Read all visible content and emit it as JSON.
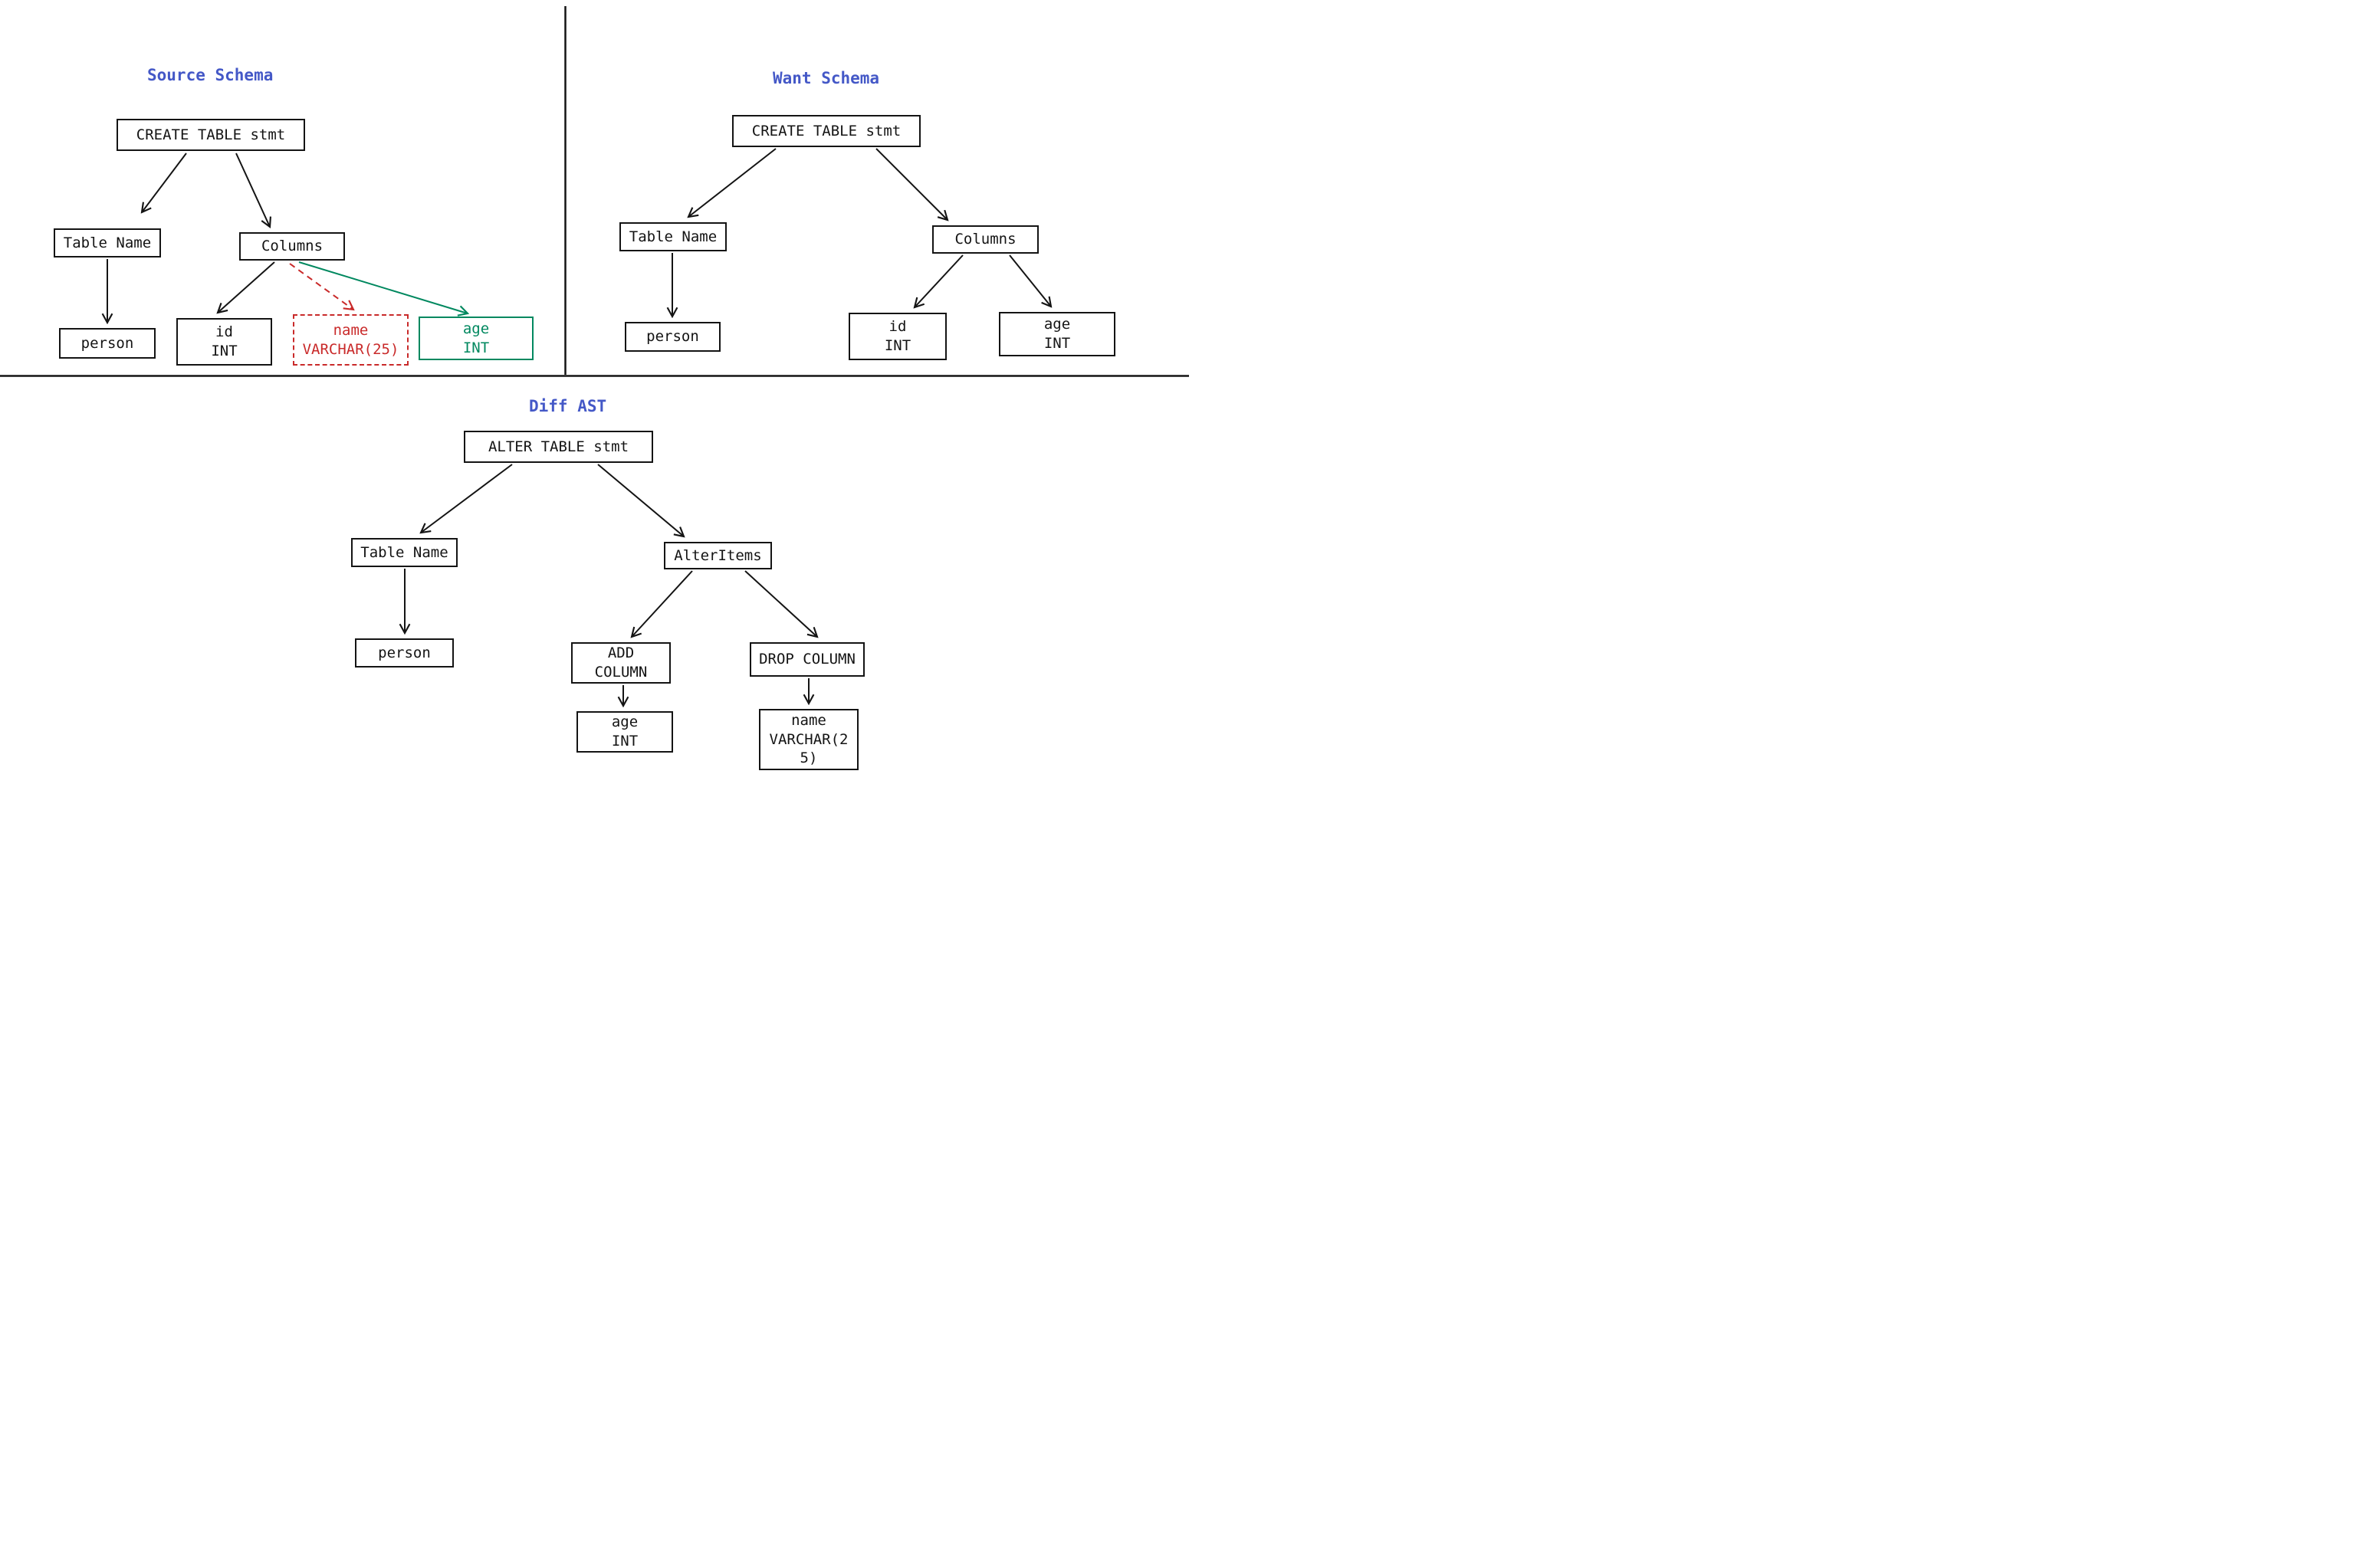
{
  "titles": {
    "source": "Source Schema",
    "want": "Want Schema",
    "diff": "Diff AST"
  },
  "source": {
    "create_table": "CREATE TABLE stmt",
    "table_name": "Table Name",
    "columns": "Columns",
    "person": "person",
    "id_col": [
      "id",
      "INT"
    ],
    "name_col": [
      "name",
      "VARCHAR(25)"
    ],
    "age_col": [
      "age",
      "INT"
    ]
  },
  "want": {
    "create_table": "CREATE TABLE stmt",
    "table_name": "Table Name",
    "columns": "Columns",
    "person": "person",
    "id_col": [
      "id",
      "INT"
    ],
    "age_col": [
      "age",
      "INT"
    ]
  },
  "diff": {
    "alter_table": "ALTER TABLE stmt",
    "table_name": "Table Name",
    "alter_items": "AlterItems",
    "person": "person",
    "add_column": [
      "ADD",
      "COLUMN"
    ],
    "drop_column": "DROP COLUMN",
    "age_col": [
      "age",
      "INT"
    ],
    "name_col": [
      "name",
      "VARCHAR(2",
      "5)"
    ]
  },
  "colors": {
    "title_blue": "#4458c7",
    "removed_red": "#c92a2a",
    "added_green": "#00885f",
    "stroke_black": "#141414"
  }
}
